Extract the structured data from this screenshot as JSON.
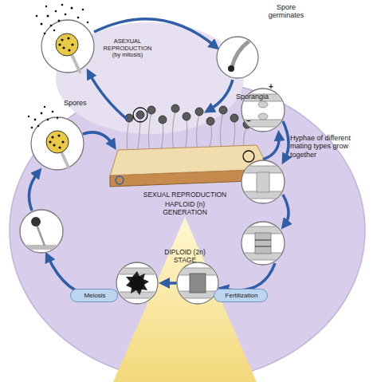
{
  "diagram": {
    "nodes": [
      {
        "text": [
          "SEXUAL REPRODUCTION",
          "HAPLOID (n) GENERATION"
        ]
      },
      {
        "text": [
          "DIPLOID (2n) STAGE"
        ],
        "in": 0
      },
      {
        "text": [
          "Meiosis"
        ],
        "in": 0
      },
      {
        "text": [
          "Fertilization"
        ],
        "in": 0
      }
    ],
    "labels": [
      "Spore germinates",
      "ASEXUAL REPRODUCTION (by mitosis)",
      "Sporangia",
      "Spores",
      "Hyphae of different mating types grow together",
      "+",
      "−"
    ]
  }
}
